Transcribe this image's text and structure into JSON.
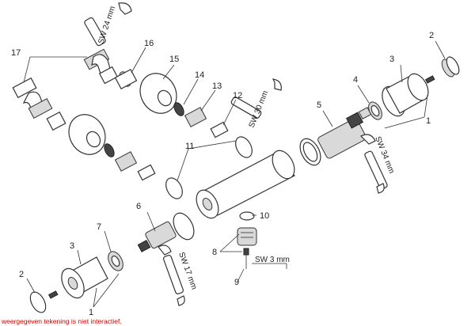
{
  "labels": {
    "p1a": "1",
    "p1b": "1",
    "p2a": "2",
    "p2b": "2",
    "p3a": "3",
    "p3b": "3",
    "p4": "4",
    "p5": "5",
    "p6": "6",
    "p7": "7",
    "p8": "8",
    "p9": "9",
    "p10": "10",
    "p11": "11",
    "p12": "12",
    "p13": "13",
    "p14": "14",
    "p15": "15",
    "p16": "16",
    "p17": "17"
  },
  "wrenches": {
    "sw24": "SW 24 mm",
    "sw30": "SW 30 mm",
    "sw34": "SW 34 mm",
    "sw17": "SW 17 mm",
    "sw3": "SW 3 mm"
  },
  "footer_note": "weergegeven tekening is niet interactief."
}
